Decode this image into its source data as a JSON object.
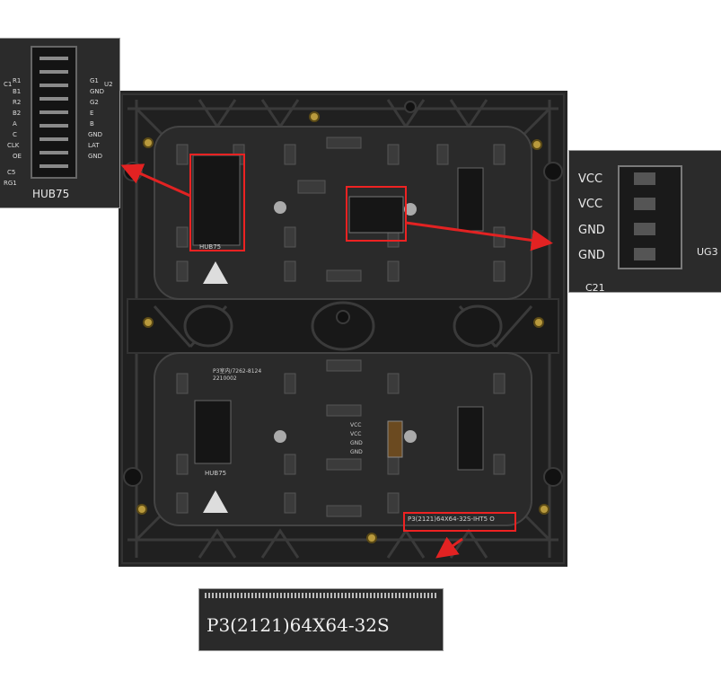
{
  "hub75_inset": {
    "title": "HUB75",
    "left_pins": [
      "R1",
      "B1",
      "R2",
      "B2",
      "A",
      "C",
      "CLK",
      "OE"
    ],
    "right_pins": [
      "G1",
      "GND",
      "G2",
      "E",
      "B",
      "GND",
      "LAT",
      "GND"
    ],
    "side_labels": [
      "C1",
      "U2",
      "C5",
      "RG1"
    ]
  },
  "power_inset": {
    "pins": [
      "VCC",
      "VCC",
      "GND",
      "GND"
    ],
    "labels": [
      "UG3",
      "C21"
    ]
  },
  "board_top": {
    "connector_label": "HUB75"
  },
  "board_bottom": {
    "id_lines": [
      "P3室内/7262-8124",
      "2210002"
    ],
    "connector_label": "HUB75",
    "power_pins": [
      "VCC",
      "VCC",
      "GND",
      "GND"
    ],
    "model_code": "P3(2121)64X64-32S-IHT5 O"
  },
  "label_inset": {
    "text": "P3(2121)64X64-32S"
  },
  "colors": {
    "highlight": "#e22222",
    "module": "#1d1d1d",
    "screw": "#b99a3d"
  }
}
